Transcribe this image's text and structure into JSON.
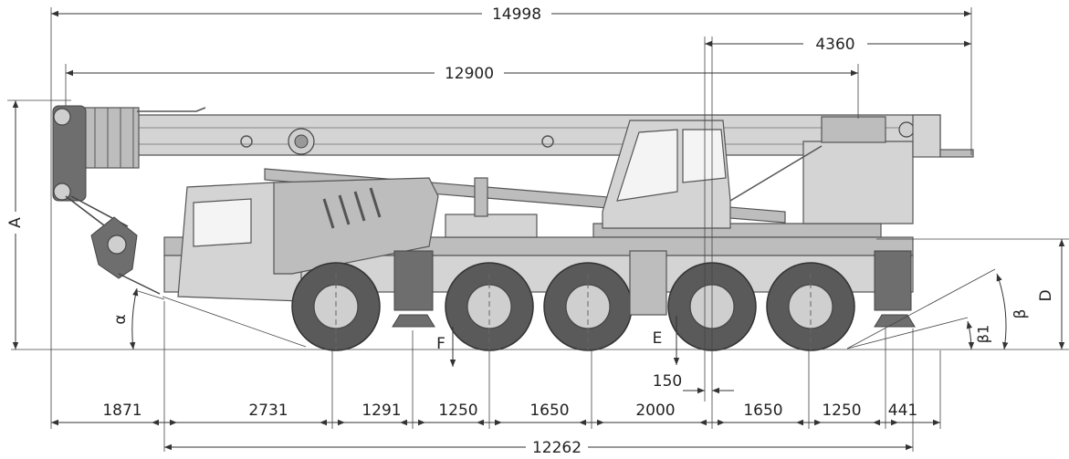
{
  "dimensions": {
    "overall_length": "14998",
    "rear_overhang_to_slew": "4360",
    "boom_length_transport": "12900",
    "front_overhang": "1871",
    "axle_spacing_1": "2731",
    "axle_spacing_2": "1291",
    "axle_spacing_3": "1250",
    "axle_spacing_4": "1650",
    "axle_spacing_5": "2000",
    "axle_spacing_6": "1650",
    "axle_spacing_7": "1250",
    "rear_end": "441",
    "chassis_length": "12262",
    "slew_offset": "150"
  },
  "labels": {
    "height": "A",
    "chassis_height": "D",
    "ground_clearance": "E",
    "outrigger_clearance": "F",
    "approach_angle": "α",
    "departure_angle": "β",
    "departure_angle_1": "β1"
  },
  "colors": {
    "line": "#333333",
    "body": "#d4d4d4",
    "tyre": "#5a5a5a"
  }
}
